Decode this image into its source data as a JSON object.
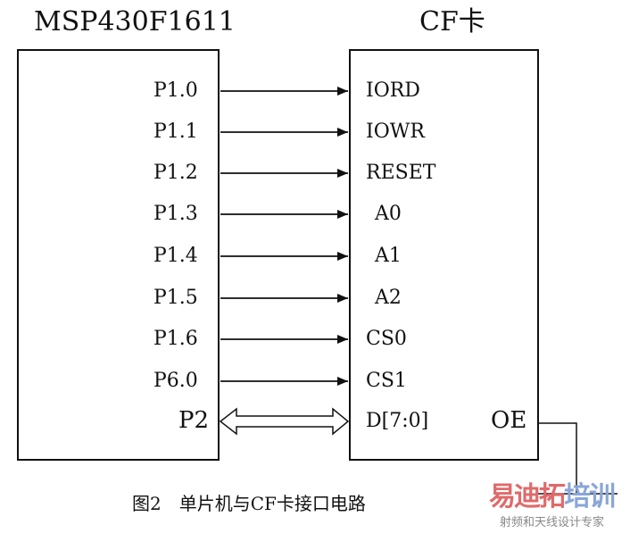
{
  "mcu": {
    "title": "MSP430F1611",
    "pins": [
      "P1.0",
      "P1.1",
      "P1.2",
      "P1.3",
      "P1.4",
      "P1.5",
      "P1.6",
      "P6.0"
    ],
    "bus": "P2"
  },
  "cf": {
    "title": "CF卡",
    "pins": [
      "IORD",
      "IOWR",
      "RESET",
      "A0",
      "A1",
      "A2",
      "CS0",
      "CS1"
    ],
    "bus": "D[7:0]",
    "oe": "OE"
  },
  "caption": "图2　单片机与CF卡接口电路",
  "watermark": {
    "main_a": "易迪拓",
    "main_b": "培训",
    "sub": "射频和天线设计专家"
  }
}
